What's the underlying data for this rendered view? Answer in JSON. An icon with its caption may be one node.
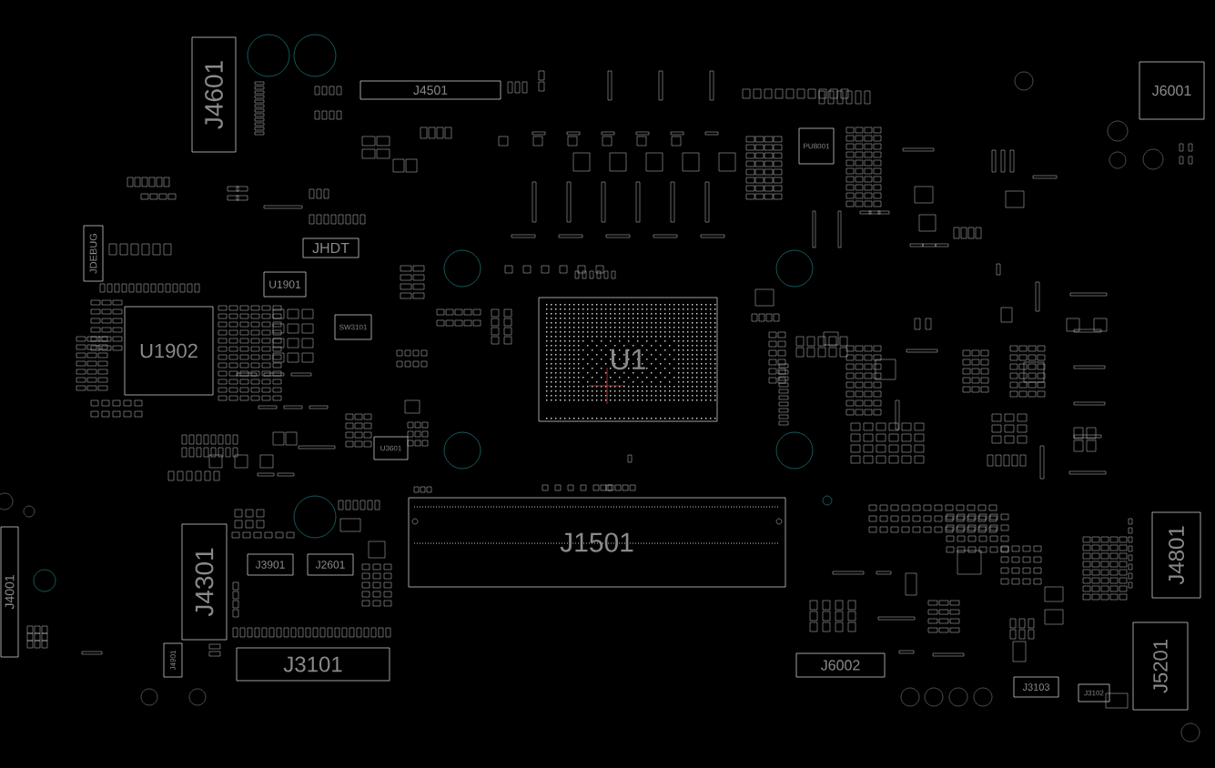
{
  "diagram": {
    "nodes": [
      {
        "text": [
          "J4601"
        ]
      },
      {
        "text": [
          "J4501"
        ]
      },
      {
        "text": [
          "J6001"
        ]
      },
      {
        "text": [
          "JDEBUG"
        ]
      },
      {
        "text": [
          "JHDT"
        ]
      },
      {
        "text": [
          "U1901"
        ]
      },
      {
        "text": [
          "U1902"
        ]
      },
      {
        "text": [
          "SW3101"
        ]
      },
      {
        "text": [
          "PU8001"
        ]
      },
      {
        "text": [
          "U1"
        ]
      },
      {
        "text": [
          "U3601"
        ]
      },
      {
        "text": [
          "J1501"
        ]
      },
      {
        "text": [
          "J4301"
        ]
      },
      {
        "text": [
          "J3901"
        ]
      },
      {
        "text": [
          "J2601"
        ]
      },
      {
        "text": [
          "J4001"
        ]
      },
      {
        "text": [
          "J4801"
        ]
      },
      {
        "text": [
          "J3101"
        ]
      },
      {
        "text": [
          "J4901"
        ]
      },
      {
        "text": [
          "J6002"
        ]
      },
      {
        "text": [
          "J5201"
        ]
      },
      {
        "text": [
          "J3103"
        ]
      },
      {
        "text": [
          "J3102"
        ]
      }
    ]
  }
}
